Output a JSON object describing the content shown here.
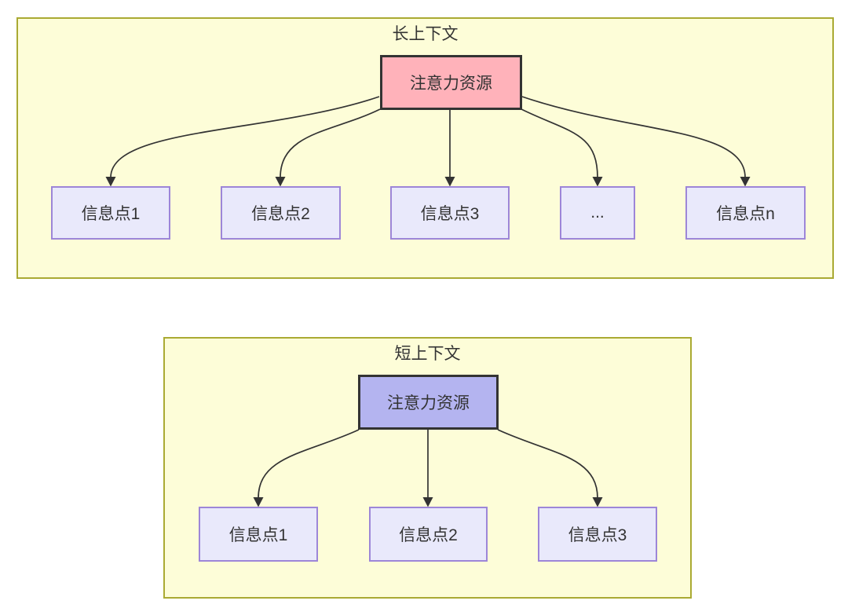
{
  "colors": {
    "panel_bg": "#fdfdd8",
    "panel_border": "#aaaa33",
    "long_source_fill": "#ffb2ba",
    "short_source_fill": "#b4b4f0",
    "info_fill": "#e9e9fb",
    "info_border": "#9d86d8",
    "line": "#333333",
    "text": "#333333"
  },
  "long_context": {
    "title": "长上下文",
    "source_label": "注意力资源",
    "targets": [
      {
        "label": "信息点1"
      },
      {
        "label": "信息点2"
      },
      {
        "label": "信息点3"
      },
      {
        "label": "..."
      },
      {
        "label": "信息点n"
      }
    ]
  },
  "short_context": {
    "title": "短上下文",
    "source_label": "注意力资源",
    "targets": [
      {
        "label": "信息点1"
      },
      {
        "label": "信息点2"
      },
      {
        "label": "信息点3"
      }
    ]
  }
}
